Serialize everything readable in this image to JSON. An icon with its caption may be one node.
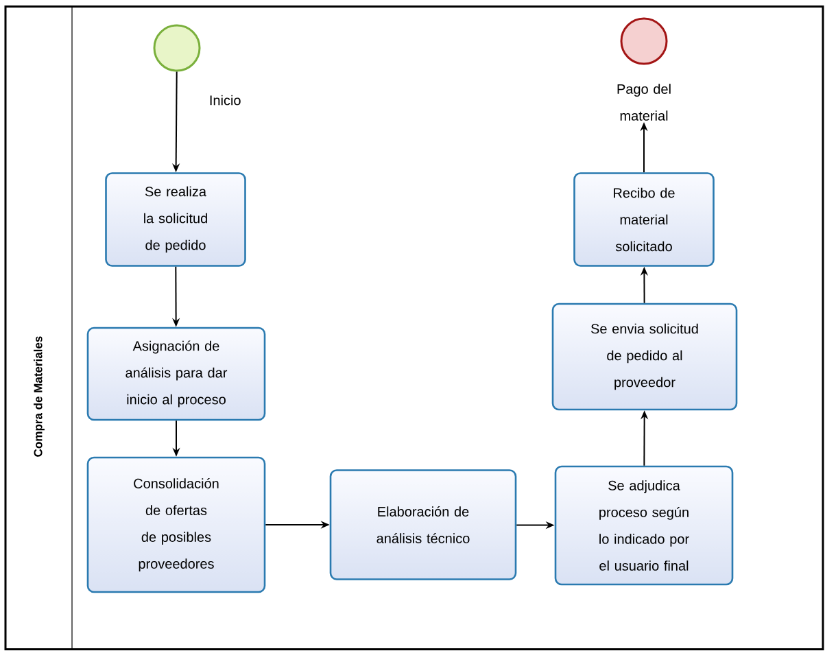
{
  "diagram": {
    "nodes": [
      {
        "text": [
          "Compra de Materiales"
        ]
      },
      {
        "text": [],
        "shape": "circle",
        "beside": [
          "Inicio"
        ],
        "in": 0
      },
      {
        "text": [
          "Se realiza la solicitud de pedido"
        ],
        "in": 0
      },
      {
        "text": [
          "Asignación de análisis para dar inicio al proceso"
        ],
        "in": 0
      },
      {
        "text": [
          "Consolidación de ofertas de posibles proveedores"
        ],
        "in": 0
      },
      {
        "text": [
          "Elaboración de análisis técnico"
        ],
        "in": 0
      },
      {
        "text": [
          "Se adjudica proceso según lo indicado por el usuario final"
        ],
        "in": 0
      },
      {
        "text": [
          "Se envia solicitud de pedido al proveedor"
        ],
        "in": 0
      },
      {
        "text": [
          "Recibo de material solicitado"
        ],
        "in": 0
      },
      {
        "text": [],
        "shape": "circle",
        "beside": [
          "Pago del material"
        ],
        "in": 0
      }
    ],
    "edges": [
      {
        "from": 1,
        "to": 2,
        "arrow": "to"
      },
      {
        "from": 2,
        "to": 3,
        "arrow": "to"
      },
      {
        "from": 3,
        "to": 4,
        "arrow": "to"
      },
      {
        "from": 4,
        "to": 5,
        "arrow": "to"
      },
      {
        "from": 5,
        "to": 6,
        "arrow": "to"
      },
      {
        "from": 6,
        "to": 7,
        "arrow": "to"
      },
      {
        "from": 7,
        "to": 8,
        "arrow": "to"
      },
      {
        "from": 8,
        "to": 9,
        "arrow": "to"
      }
    ]
  }
}
